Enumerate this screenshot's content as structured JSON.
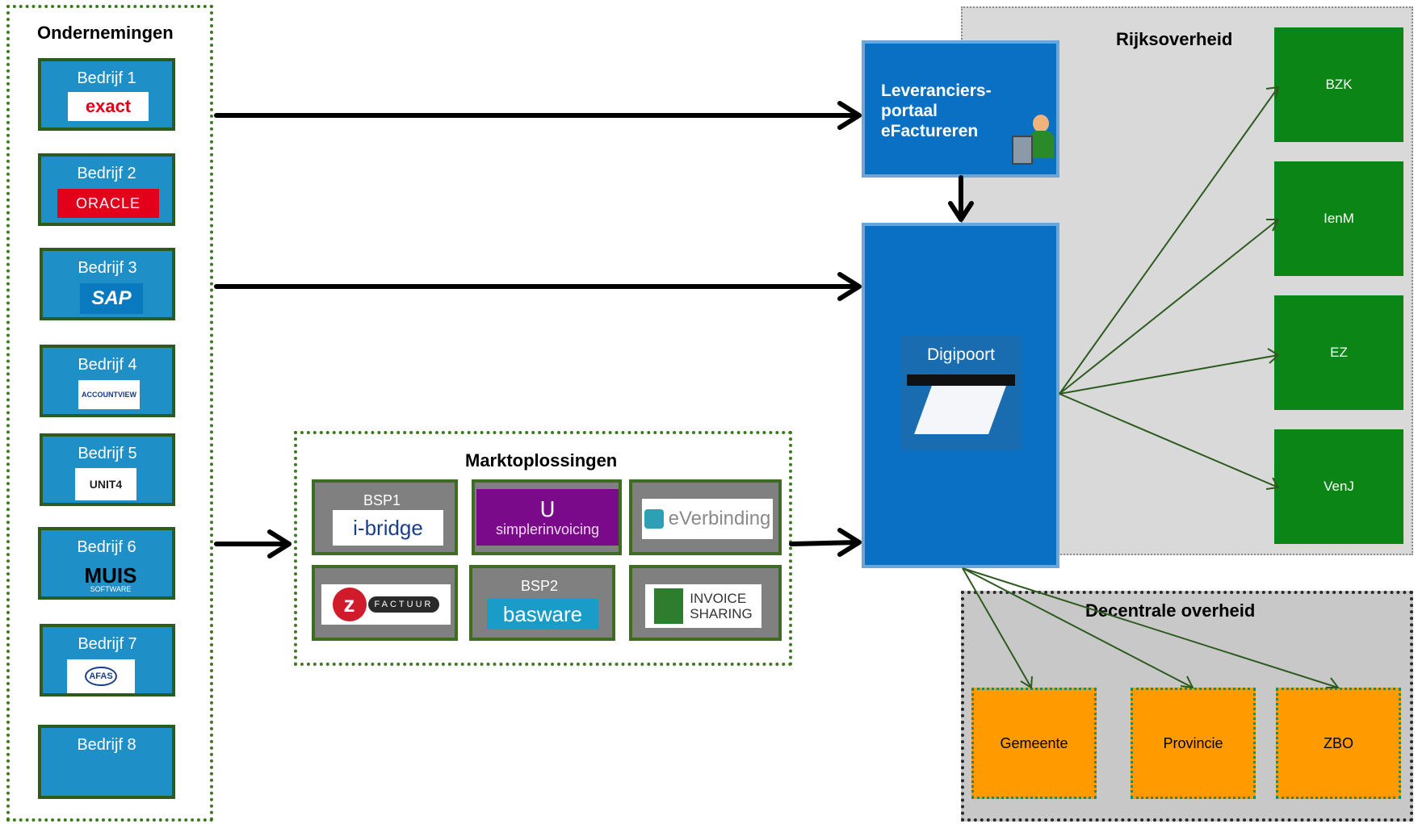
{
  "ondernemingen": {
    "title": "Ondernemingen",
    "companies": [
      {
        "label": "Bedrijf  1",
        "logo": "exact"
      },
      {
        "label": "Bedrijf  2",
        "logo": "ORACLE"
      },
      {
        "label": "Bedrijf  3",
        "logo": "SAP"
      },
      {
        "label": "Bedrijf  4",
        "logo": "ACCOUNTVIEW"
      },
      {
        "label": "Bedrijf  5",
        "logo": "UNIT4"
      },
      {
        "label": "Bedrijf  6",
        "logo": "MUIS",
        "logo_sub": "SOFTWARE"
      },
      {
        "label": "Bedrijf  7",
        "logo": "AFAS"
      },
      {
        "label": "Bedrijf  8",
        "logo": ""
      }
    ]
  },
  "marktoplossingen": {
    "title": "Marktoplossingen",
    "providers": [
      {
        "tag": "BSP1",
        "logo": "i-bridge"
      },
      {
        "tag": "",
        "logo": "simplerinvoicing"
      },
      {
        "tag": "",
        "logo": "eVerbinding"
      },
      {
        "tag": "",
        "logo": "FACTUUR"
      },
      {
        "tag": "BSP2",
        "logo": "basware"
      },
      {
        "tag": "",
        "logo": "INVOICE",
        "logo_line2": "SHARING"
      }
    ]
  },
  "portaal": {
    "line1": "Leveranciers-",
    "line2": "portaal",
    "line3": "eFactureren"
  },
  "digipoort": {
    "label": "Digipoort"
  },
  "rijksoverheid": {
    "title": "Rijksoverheid",
    "ministries": [
      "BZK",
      "IenM",
      "EZ",
      "VenJ"
    ]
  },
  "decentrale": {
    "title": "Decentrale overheid",
    "entities": [
      "Gemeente",
      "Provincie",
      "ZBO"
    ]
  },
  "colors": {
    "company_blue": "#1f8fc8",
    "green": "#0b8516",
    "orange": "#ff9a00",
    "digipoort_blue": "#0a70c4"
  }
}
